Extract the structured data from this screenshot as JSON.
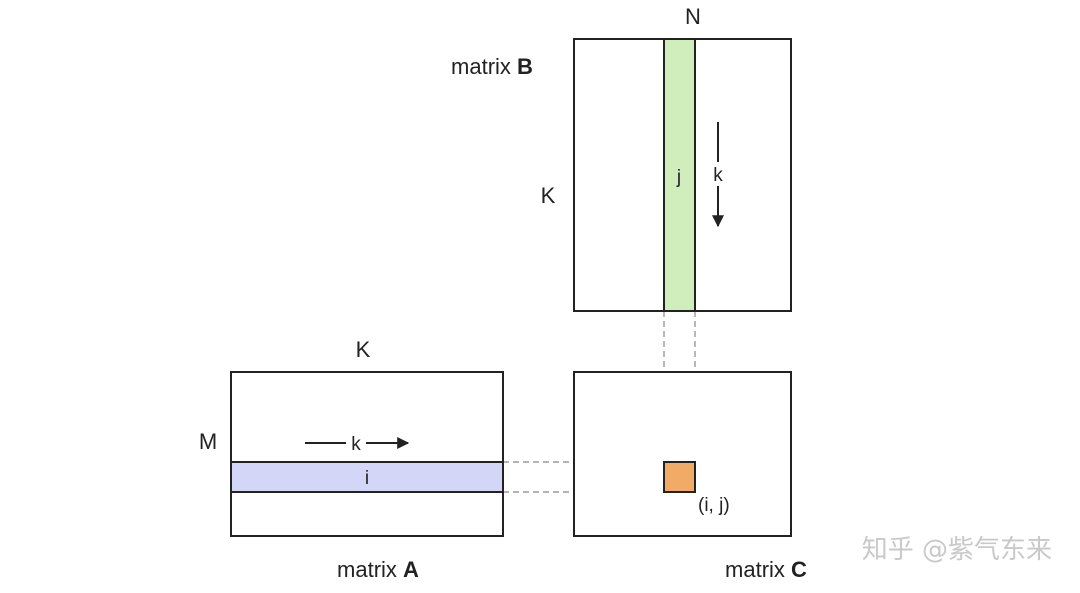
{
  "labels": {
    "matrix_b_prefix": "matrix ",
    "matrix_b_letter": "B",
    "matrix_a_prefix": "matrix ",
    "matrix_a_letter": "A",
    "matrix_c_prefix": "matrix ",
    "matrix_c_letter": "C",
    "dim_n": "N",
    "dim_k_b": "K",
    "dim_k_a": "K",
    "dim_m": "M",
    "col_j": "j",
    "row_i": "i",
    "arrow_k_b": "k",
    "arrow_k_a": "k",
    "cell_ij": "(i, j)"
  },
  "watermark": "知乎 @紫气东来",
  "colors": {
    "outline": "#222222",
    "column_fill": "#cfeebb",
    "row_fill": "#d3d6f7",
    "cell_fill": "#f2ab66",
    "guide_line": "#9a9a9a",
    "watermark": "#c9c9c9"
  }
}
